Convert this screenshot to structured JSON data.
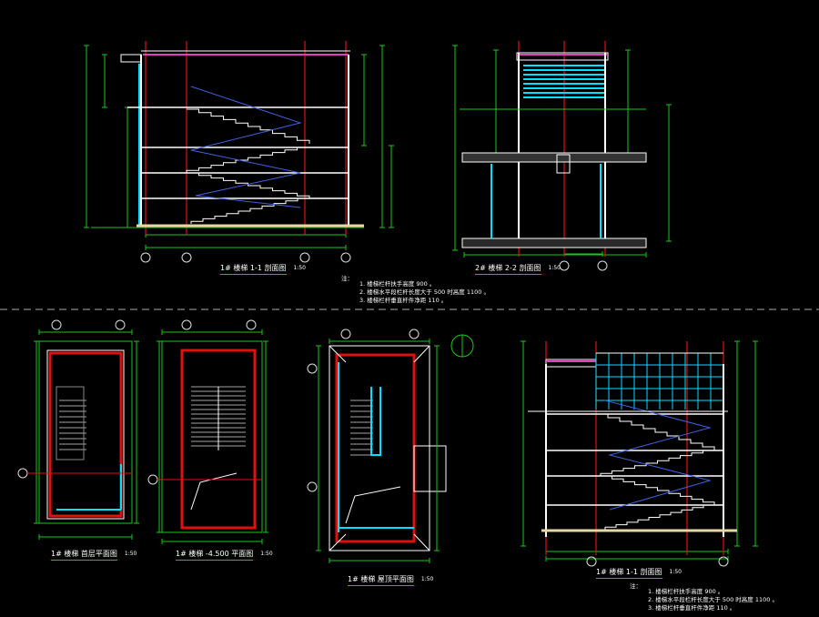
{
  "drawings": [
    {
      "title": "1# 楼梯 1-1 剖面图",
      "scale": "1:50"
    },
    {
      "title": "2# 楼梯 2-2 剖面图",
      "scale": "1:50"
    },
    {
      "title": "1# 楼梯 首层平面图",
      "scale": "1:50"
    },
    {
      "title": "1# 楼梯 -4.500 平面图",
      "scale": "1:50"
    },
    {
      "title": "1# 楼梯 屋顶平面图",
      "scale": "1:50"
    },
    {
      "title": "1# 楼梯 1-1 剖面图",
      "scale": "1:50"
    }
  ],
  "notes_top": {
    "heading": "注：",
    "items": [
      "1. 楼梯栏杆扶手高度 900 。",
      "2. 楼梯水平段栏杆长度大于 500 时高度 1100 。",
      "3. 楼梯栏杆垂直杆件净距 110 。"
    ]
  },
  "notes_bottom": {
    "heading": "注：",
    "items": [
      "1. 楼梯栏杆扶手高度 900 。",
      "2. 楼梯水平段栏杆长度大于 500 时高度 1100 。",
      "3. 楼梯栏杆垂直杆件净距 110 。"
    ]
  },
  "colors": {
    "background": "#000000",
    "dimension": "#19c819",
    "axis": "#e01010",
    "wall": "#ffffff",
    "glass": "#00e0ff",
    "roof": "#e040c0",
    "stair_guide": "#4060e0"
  }
}
